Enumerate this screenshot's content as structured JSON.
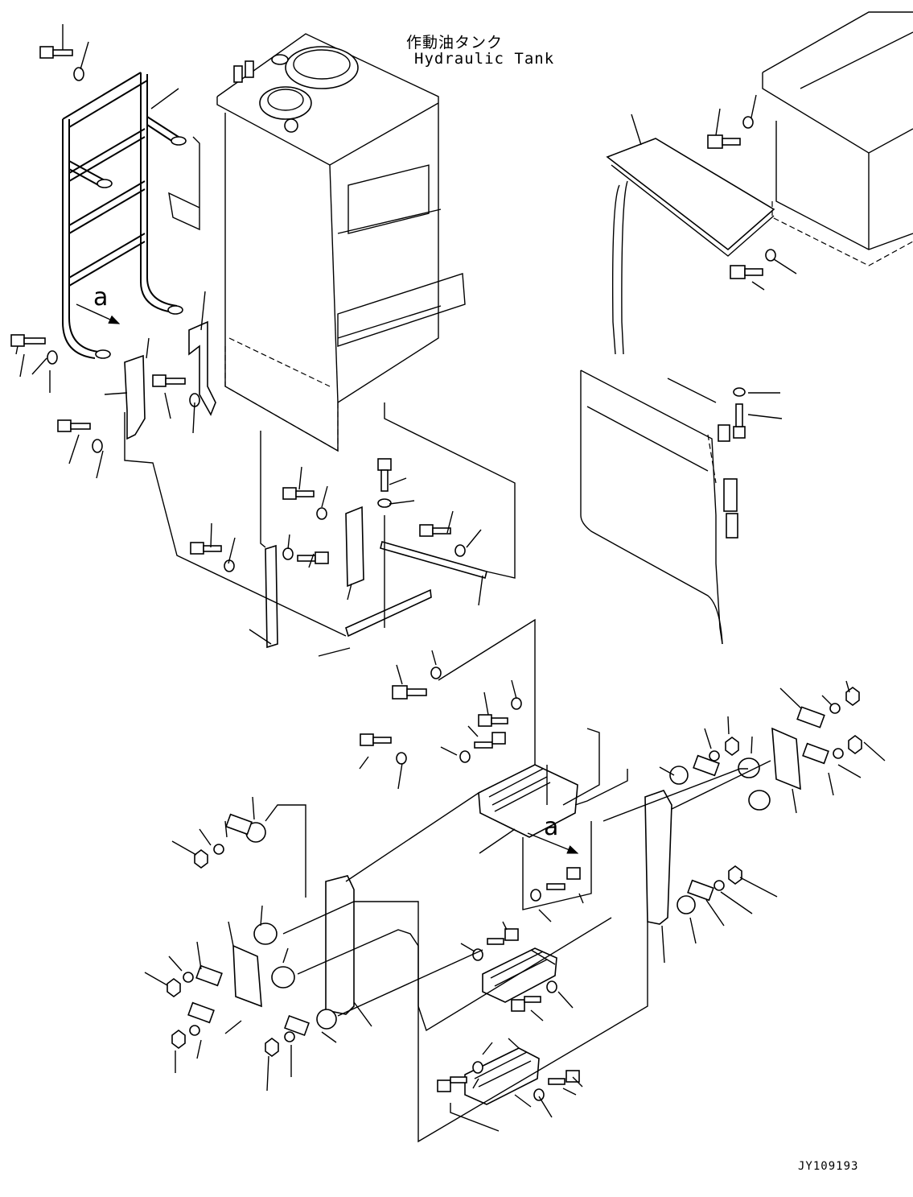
{
  "labels": {
    "tank_jp": "作動油タンク",
    "tank_en": "Hydraulic Tank",
    "view_a": "a",
    "drawing_id": "JY109193"
  },
  "colors": {
    "line": "#000000",
    "background": "#ffffff"
  }
}
